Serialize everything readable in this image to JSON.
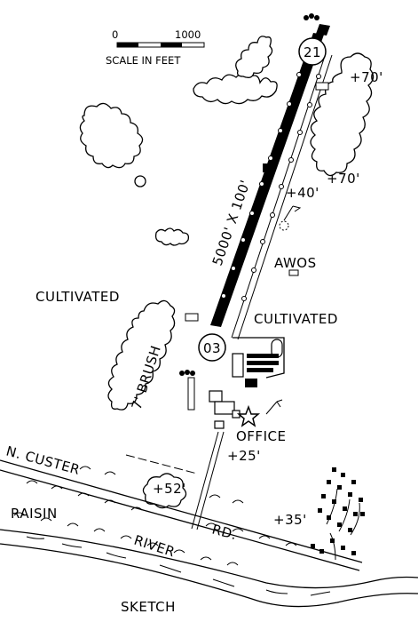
{
  "map": {
    "scale": {
      "zero": "0",
      "max": "1000",
      "caption": "SCALE IN FEET"
    },
    "runway": {
      "label": "5000' X 100'",
      "end_north": "21",
      "end_south": "03"
    },
    "labels": {
      "cultivated_west": "CULTIVATED",
      "cultivated_east": "CULTIVATED",
      "brush": "7' BRUSH",
      "awos": "AWOS",
      "office": "OFFICE",
      "road": "N. CUSTER",
      "road_rd": "RD.",
      "river_1": "RAISIN",
      "river_2": "RIVER",
      "sketch": "SKETCH"
    },
    "elevations": {
      "e70_top": "+70'",
      "e70_mid": "+70'",
      "e40": "+40'",
      "e25": "+25'",
      "e52": "+52'",
      "e35": "+35'"
    }
  }
}
